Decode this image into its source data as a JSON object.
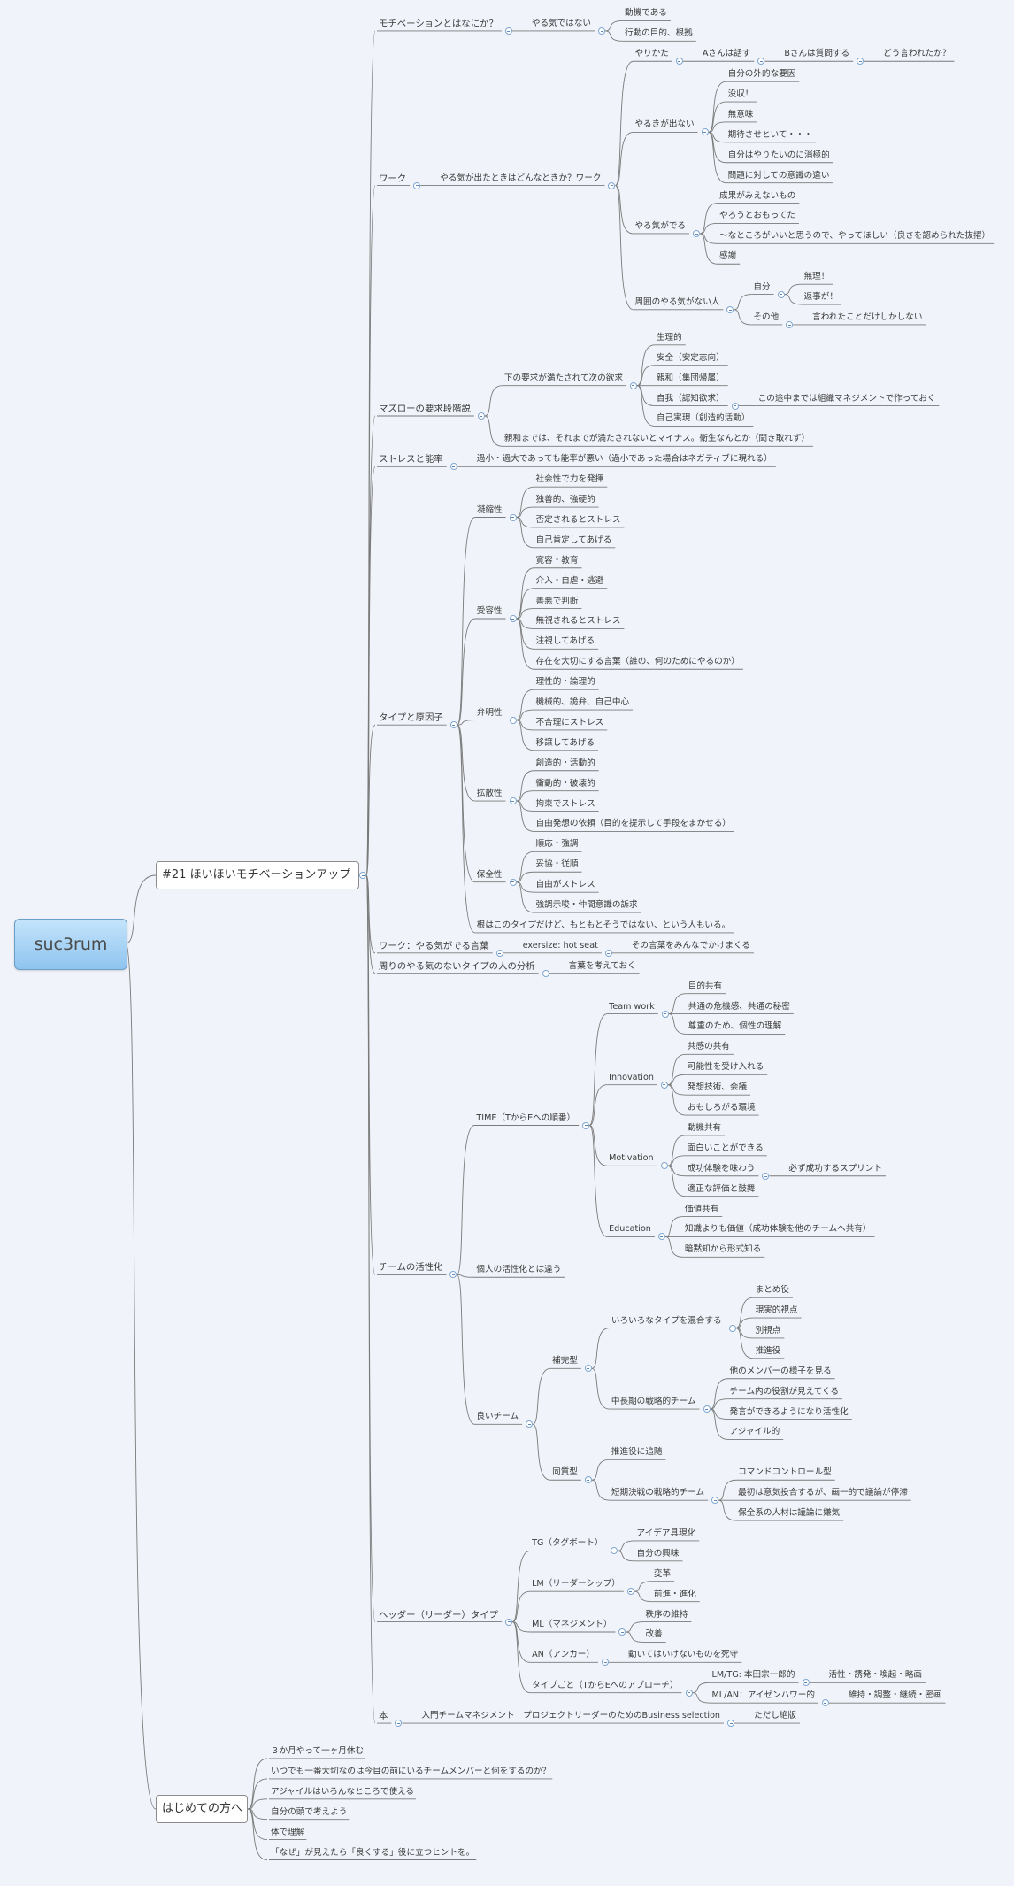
{
  "mindmap": {
    "text": "suc3rum",
    "children": [
      {
        "text": "#21 ほいほいモチベーションアップ",
        "children": [
          {
            "text": "モチベーションとはなにか？",
            "children": [
              {
                "text": "やる気ではない",
                "children": [
                  {
                    "text": "動機である"
                  },
                  {
                    "text": "行動の目的、根拠"
                  }
                ]
              }
            ]
          },
          {
            "text": "ワーク",
            "children": [
              {
                "text": "やる気が出たときはどんなときか？ワーク",
                "children": [
                  {
                    "text": "やりかた",
                    "children": [
                      {
                        "text": "Aさんは話す",
                        "children": [
                          {
                            "text": "Bさんは質問する",
                            "children": [
                              {
                                "text": "どう言われたか？"
                              }
                            ]
                          }
                        ]
                      }
                    ]
                  },
                  {
                    "text": "やるきが出ない",
                    "children": [
                      {
                        "text": "自分の外的な要因"
                      },
                      {
                        "text": "没収！"
                      },
                      {
                        "text": "無意味"
                      },
                      {
                        "text": "期待させといて・・・"
                      },
                      {
                        "text": "自分はやりたいのに消極的"
                      },
                      {
                        "text": "問題に対しての意識の違い"
                      }
                    ]
                  },
                  {
                    "text": "やる気がでる",
                    "children": [
                      {
                        "text": "成果がみえないもの"
                      },
                      {
                        "text": "やろうとおもってた"
                      },
                      {
                        "text": "〜なところがいいと思うので、やってほしい（良さを認められた抜擢）"
                      },
                      {
                        "text": "感謝"
                      }
                    ]
                  },
                  {
                    "text": "周囲のやる気がない人",
                    "children": [
                      {
                        "text": "自分",
                        "children": [
                          {
                            "text": "無理！"
                          },
                          {
                            "text": "返事が！"
                          }
                        ]
                      },
                      {
                        "text": "その他",
                        "children": [
                          {
                            "text": "言われたことだけしかしない"
                          }
                        ]
                      }
                    ]
                  }
                ]
              }
            ]
          },
          {
            "text": "マズローの要求段階説",
            "children": [
              {
                "text": "下の要求が満たされて次の欲求",
                "children": [
                  {
                    "text": "生理的"
                  },
                  {
                    "text": "安全（安定志向）"
                  },
                  {
                    "text": "親和（集団帰属）"
                  },
                  {
                    "text": "自我（認知欲求）",
                    "children": [
                      {
                        "text": "この途中までは組織マネジメントで作っておく"
                      }
                    ]
                  },
                  {
                    "text": "自己実現（創造的活動）"
                  }
                ]
              },
              {
                "text": "親和までは、それまでが満たされないとマイナス。衛生なんとか（聞き取れず）"
              }
            ]
          },
          {
            "text": "ストレスと能率",
            "children": [
              {
                "text": "過小・過大であっても能率が悪い（過小であった場合はネガティブに現れる）"
              }
            ]
          },
          {
            "text": "タイプと原因子",
            "children": [
              {
                "text": "凝縮性",
                "children": [
                  {
                    "text": "社会性で力を発揮"
                  },
                  {
                    "text": "独善的、強硬的"
                  },
                  {
                    "text": "否定されるとストレス"
                  },
                  {
                    "text": "自己肯定してあげる"
                  }
                ]
              },
              {
                "text": "受容性",
                "children": [
                  {
                    "text": "寛容・教育"
                  },
                  {
                    "text": "介入・自虐・逃避"
                  },
                  {
                    "text": "善悪で判断"
                  },
                  {
                    "text": "無視されるとストレス"
                  },
                  {
                    "text": "注視してあげる"
                  },
                  {
                    "text": "存在を大切にする言葉（誰の、何のためにやるのか）"
                  }
                ]
              },
              {
                "text": "弁明性",
                "children": [
                  {
                    "text": "理性的・論理的"
                  },
                  {
                    "text": "機械的、詭弁、自己中心"
                  },
                  {
                    "text": "不合理にストレス"
                  },
                  {
                    "text": "移譲してあげる"
                  }
                ]
              },
              {
                "text": "拡散性",
                "children": [
                  {
                    "text": "創造的・活動的"
                  },
                  {
                    "text": "衝動的・破壊的"
                  },
                  {
                    "text": "拘束でストレス"
                  },
                  {
                    "text": "自由発想の依頼（目的を提示して手段をまかせる）"
                  }
                ]
              },
              {
                "text": "保全性",
                "children": [
                  {
                    "text": "順応・強調"
                  },
                  {
                    "text": "妥協・従順"
                  },
                  {
                    "text": "自由がストレス"
                  },
                  {
                    "text": "強調示唆・仲間意識の訴求"
                  }
                ]
              },
              {
                "text": "根はこのタイプだけど、もともとそうではない、という人もいる。"
              }
            ]
          },
          {
            "text": "ワーク：やる気がでる言葉",
            "children": [
              {
                "text": "exersize: hot seat",
                "children": [
                  {
                    "text": "その言葉をみんなでかけまくる"
                  }
                ]
              }
            ]
          },
          {
            "text": "周りのやる気のないタイプの人の分析",
            "children": [
              {
                "text": "言葉を考えておく"
              }
            ]
          },
          {
            "text": "チームの活性化",
            "children": [
              {
                "text": "TIME（TからEへの順番）",
                "children": [
                  {
                    "text": "Team work",
                    "children": [
                      {
                        "text": "目的共有"
                      },
                      {
                        "text": "共通の危機感、共通の秘密"
                      },
                      {
                        "text": "尊重のため、個性の理解"
                      }
                    ]
                  },
                  {
                    "text": "Innovation",
                    "children": [
                      {
                        "text": "共感の共有"
                      },
                      {
                        "text": "可能性を受け入れる"
                      },
                      {
                        "text": "発想技術、会議"
                      },
                      {
                        "text": "おもしろがる環境"
                      }
                    ]
                  },
                  {
                    "text": "Motivation",
                    "children": [
                      {
                        "text": "動機共有"
                      },
                      {
                        "text": "面白いことができる"
                      },
                      {
                        "text": "成功体験を味わう",
                        "children": [
                          {
                            "text": "必ず成功するスプリント"
                          }
                        ]
                      },
                      {
                        "text": "適正な評価と鼓舞"
                      }
                    ]
                  },
                  {
                    "text": "Education",
                    "children": [
                      {
                        "text": "価値共有"
                      },
                      {
                        "text": "知識よりも価値（成功体験を他のチームへ共有）"
                      },
                      {
                        "text": "暗黙知から形式知る"
                      }
                    ]
                  }
                ]
              },
              {
                "text": "個人の活性化とは違う"
              },
              {
                "text": "良いチーム",
                "children": [
                  {
                    "text": "補完型",
                    "children": [
                      {
                        "text": "いろいろなタイプを混合する",
                        "children": [
                          {
                            "text": "まとめ役"
                          },
                          {
                            "text": "現実的視点"
                          },
                          {
                            "text": "別視点"
                          },
                          {
                            "text": "推進役"
                          }
                        ]
                      },
                      {
                        "text": "中長期の戦略的チーム",
                        "children": [
                          {
                            "text": "他のメンバーの様子を見る"
                          },
                          {
                            "text": "チーム内の役割が見えてくる"
                          },
                          {
                            "text": "発言ができるようになり活性化"
                          },
                          {
                            "text": "アジャイル的"
                          }
                        ]
                      }
                    ]
                  },
                  {
                    "text": "同質型",
                    "children": [
                      {
                        "text": "推進役に追随"
                      },
                      {
                        "text": "短期決戦の戦略的チーム",
                        "children": [
                          {
                            "text": "コマンドコントロール型"
                          },
                          {
                            "text": "最初は意気投合するが、画一的で議論が停滞"
                          },
                          {
                            "text": "保全系の人材は議論に嫌気"
                          }
                        ]
                      }
                    ]
                  }
                ]
              }
            ]
          },
          {
            "text": "ヘッダー（リーダー）タイプ",
            "children": [
              {
                "text": "TG（タグボート）",
                "children": [
                  {
                    "text": "アイデア具現化"
                  },
                  {
                    "text": "自分の興味"
                  }
                ]
              },
              {
                "text": "LM（リーダーシップ）",
                "children": [
                  {
                    "text": "変革"
                  },
                  {
                    "text": "前進・進化"
                  }
                ]
              },
              {
                "text": "ML（マネジメント）",
                "children": [
                  {
                    "text": "秩序の維持"
                  },
                  {
                    "text": "改善"
                  }
                ]
              },
              {
                "text": "AN（アンカー）",
                "children": [
                  {
                    "text": "動いてはいけないものを死守"
                  }
                ]
              },
              {
                "text": "タイプごと（TからEへのアプローチ）",
                "children": [
                  {
                    "text": "LM/TG: 本田宗一郎的",
                    "children": [
                      {
                        "text": "活性・誘発・喚起・略画"
                      }
                    ]
                  },
                  {
                    "text": "ML/AN：アイゼンハワー的",
                    "children": [
                      {
                        "text": "維持・調整・継続・密画"
                      }
                    ]
                  }
                ]
              }
            ]
          },
          {
            "text": "本",
            "children": [
              {
                "text": "入門チームマネジメント　プロジェクトリーダーのためのBusiness selection",
                "children": [
                  {
                    "text": "ただし絶版"
                  }
                ]
              }
            ]
          }
        ]
      },
      {
        "text": "はじめての方へ",
        "children": [
          {
            "text": "３か月やって一ヶ月休む"
          },
          {
            "text": "いつでも一番大切なのは今目の前にいるチームメンバーと何をするのか？"
          },
          {
            "text": "アジャイルはいろんなところで使える"
          },
          {
            "text": "自分の頭で考えよう"
          },
          {
            "text": "体で理解"
          },
          {
            "text": "「なぜ」が見えたら「良くする」役に立つヒントを。"
          }
        ]
      }
    ]
  },
  "colors": {
    "background": "#f0f3f9",
    "line": "#7a7a7a",
    "root_fill_top": "#c4e4fb",
    "root_fill_bottom": "#8fc4ef",
    "toggle_border": "#7ea6d0"
  },
  "icons": {
    "collapse_toggle": "minus-circle-icon"
  }
}
